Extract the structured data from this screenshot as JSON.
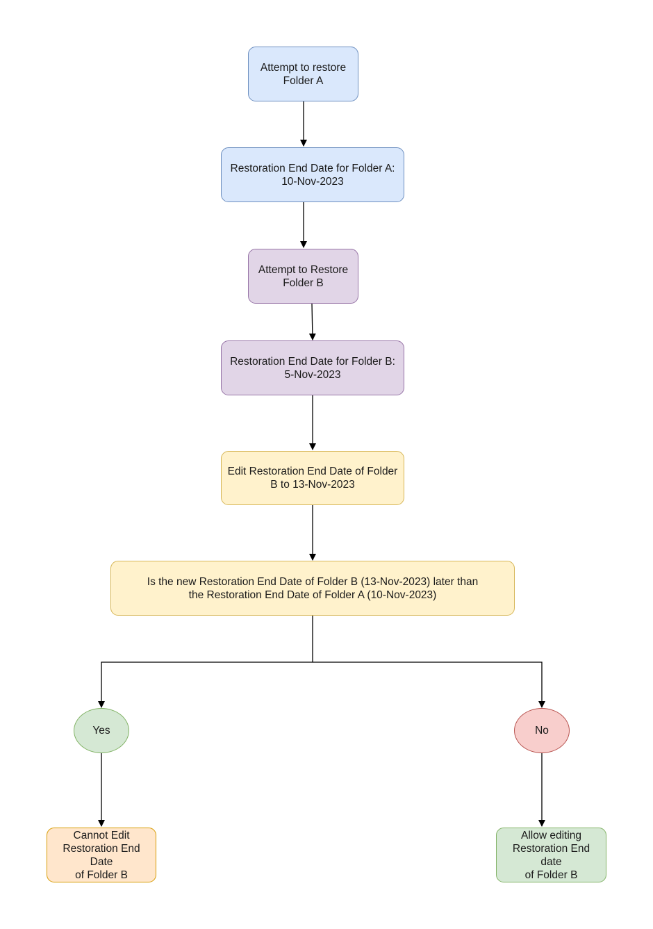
{
  "nodes": {
    "attempt_restore_a": {
      "text": "Attempt to restore\nFolder A"
    },
    "end_date_a": {
      "text": "Restoration End Date for Folder A:\n10-Nov-2023"
    },
    "attempt_restore_b": {
      "text": "Attempt to Restore\nFolder B"
    },
    "end_date_b": {
      "text": "Restoration End Date for Folder B:\n5-Nov-2023"
    },
    "edit_end_date_b": {
      "text": "Edit Restoration End Date of Folder\nB to 13-Nov-2023"
    },
    "decision": {
      "text": "Is the new Restoration End Date of Folder B (13-Nov-2023) later than\nthe Restoration End Date of Folder A (10-Nov-2023)"
    },
    "yes": {
      "text": "Yes"
    },
    "no": {
      "text": "No"
    },
    "cannot_edit": {
      "text": "Cannot Edit\nRestoration End Date\nof Folder B"
    },
    "allow_edit": {
      "text": "Allow editing\nRestoration End date\nof Folder B"
    }
  },
  "colors": {
    "blue_fill": "#dae8fc",
    "blue_stroke": "#6c8ebf",
    "purple_fill": "#e1d5e7",
    "purple_stroke": "#9673a6",
    "yellow_fill": "#fff2cc",
    "yellow_stroke": "#d6b656",
    "green_fill": "#d5e8d4",
    "green_stroke": "#82b366",
    "red_fill": "#f8cecc",
    "red_stroke": "#b85450",
    "orange_fill": "#ffe6cc",
    "orange_stroke": "#d79b00",
    "connector": "#000000"
  }
}
